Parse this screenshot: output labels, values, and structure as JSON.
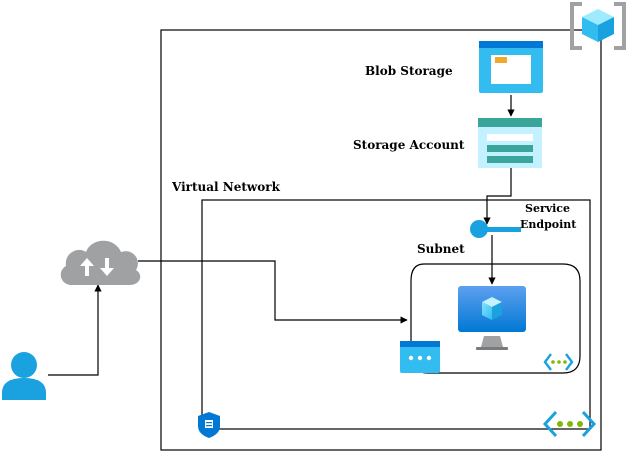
{
  "labels": {
    "blob_storage": "Blob Storage",
    "storage_account": "Storage Account",
    "virtual_network": "Virtual Network",
    "service_endpoint_line1": "Service",
    "service_endpoint_line2": "Endpoint",
    "subnet": "Subnet"
  },
  "icons": [
    "resource-group-icon",
    "blob-storage-icon",
    "storage-account-icon",
    "service-endpoint-icon",
    "virtual-machine-icon",
    "network-interface-icon",
    "subnet-icon",
    "network-security-group-icon",
    "virtual-network-icon",
    "internet-cloud-icon",
    "user-icon"
  ],
  "colors": {
    "azure_blue": "#0078d4",
    "light_blue": "#32bcf0",
    "teal": "#3aa59a",
    "cloud_gray": "#a0a1a2",
    "green_dot": "#7fba00",
    "user_blue": "#1aa1e0"
  }
}
